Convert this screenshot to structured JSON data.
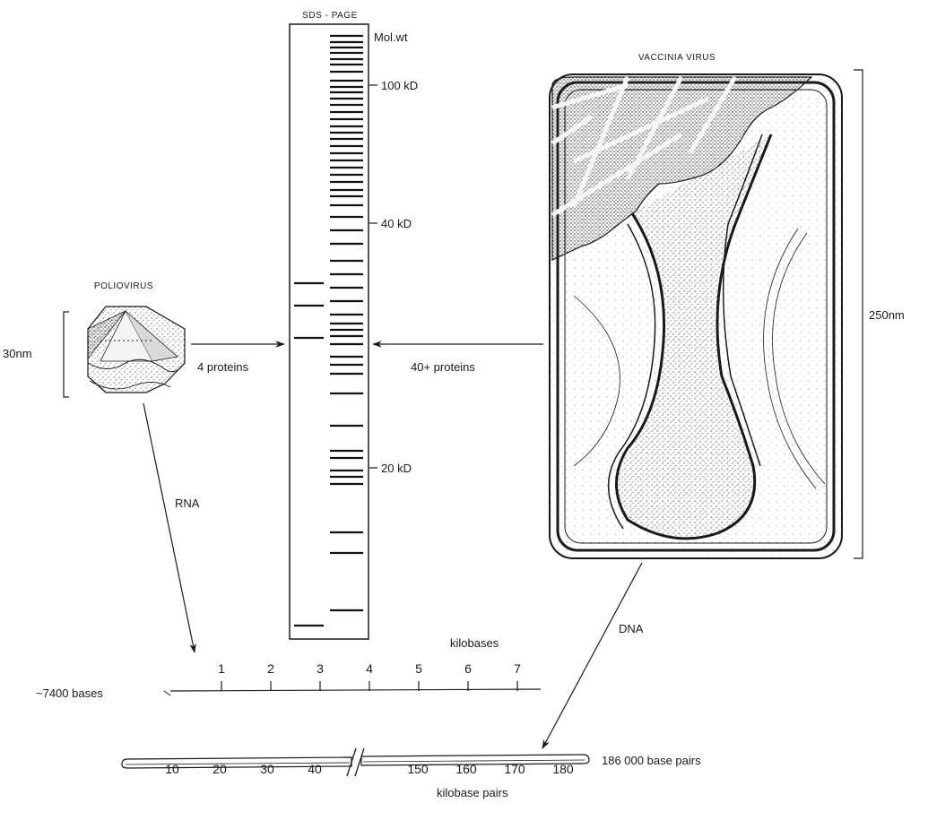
{
  "gel": {
    "title": "SDS - PAGE",
    "mw_header": "Mol.wt",
    "markers": [
      {
        "label": "100 kD"
      },
      {
        "label": "40 kD"
      },
      {
        "label": "20 kD"
      }
    ]
  },
  "poliovirus": {
    "title": "POLIOVIRUS",
    "size": "30nm",
    "proteins_label": "4 proteins",
    "nucleic_label": "RNA"
  },
  "vaccinia": {
    "title": "VACCINIA VIRUS",
    "size": "250nm",
    "proteins_label": "40+ proteins",
    "nucleic_label": "DNA"
  },
  "rna_scale": {
    "caption": "kilobases",
    "length_label": "~7400 bases",
    "ticks": [
      "1",
      "2",
      "3",
      "4",
      "5",
      "6",
      "7"
    ]
  },
  "dna_scale": {
    "caption": "kilobase pairs",
    "length_label": "186 000 base pairs",
    "ticks_left": [
      "10",
      "20",
      "30",
      "40"
    ],
    "ticks_right": [
      "150",
      "160",
      "170",
      "180"
    ]
  }
}
